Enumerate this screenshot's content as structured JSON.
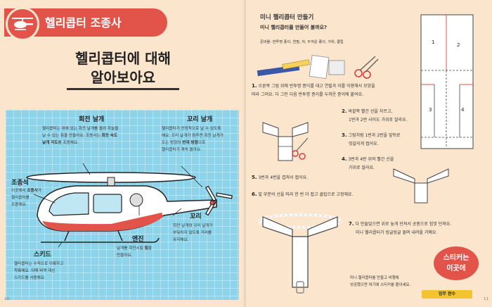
{
  "left": {
    "header": "헬리콥터 조종사",
    "title_line1": "헬리콥터에 대해",
    "title_line2": "알아보아요",
    "labels": {
      "main_rotor": "회전 날개",
      "main_rotor_desc1": "헬리콥터는 위에 있는 회전 날개를 돌려 하늘을",
      "main_rotor_desc2": "날 수 있는 힘을 만들어요. 조종사는",
      "main_rotor_desc2_bold": "회전 속도",
      "main_rotor_desc3_bold": "날개 각도",
      "main_rotor_desc3": "를 조종해요.",
      "tail_rotor": "꼬리 날개",
      "tail_desc1": "헬리콥터가 안정적으로 날 수 있도록",
      "tail_desc2": "해요. 꼬리 날개가 멈추면 회전 날개가",
      "tail_desc3": "도는 방향의",
      "tail_desc3_bold": "반대 방향",
      "tail_desc3b": "으로",
      "tail_desc4": "헬리콥터가 계속 돌아요.",
      "cockpit": "조종석",
      "cockpit_desc1": "이곳에서",
      "cockpit_desc1_bold": "조종사",
      "cockpit_desc1b": "가",
      "cockpit_desc2": "헬리콥터를",
      "cockpit_desc3": "조종해요.",
      "tail": "꼬리",
      "tail_body_desc1": "회전 날개와 꼬리 날개가",
      "tail_body_desc2": "부딪치지 않도록 거리를",
      "tail_body_desc3": "유지해요.",
      "engine": "엔진",
      "engine_desc1": "날개를 회전시킬",
      "engine_desc1_bold": "힘",
      "engine_desc1b": "을",
      "engine_desc2": "만들어요.",
      "skid": "스키드",
      "skid_desc1": "헬리콥터는 수직으로 이륙하고",
      "skid_desc2": "착륙해요. 이때 바퀴 대신",
      "skid_desc3": "스키드를 사용해요."
    },
    "page_number": "10"
  },
  "right": {
    "title": "미니 헬리콥터 만들기",
    "subtitle": "미니 헬리콥터를 만들어 볼까요?",
    "materials": "준비물: 반투명 종이, 연필, 자, 두꺼운 종이, 가위, 클립",
    "steps": [
      {
        "n": "1.",
        "line1": "오른쪽 그림 위에 반투명 종이를 대고 연필과 자를 이용해서 모양을",
        "line2": "따라 그려요. 다 그린 다음 반투명 종이를 두꺼운 종이에 붙여요."
      },
      {
        "n": "2.",
        "line1": "바깥쪽 빨간 선을 자르고,",
        "line2": "1번과 2번 사이도 가위로 잘라요."
      },
      {
        "n": "3.",
        "line1": "그림처럼 1번과 2번을 앞뒤로",
        "line2": "엇갈리게 접어요."
      },
      {
        "n": "4.",
        "line1": "3번과 4번 위의 빨간 선을",
        "line2": "가위로 잘라요."
      },
      {
        "n": "5.",
        "line1": "3번과 4번을 겹쳐서 접어요.",
        "line2": ""
      },
      {
        "n": "6.",
        "line1": "밑 부분의 선을 따라 한 번 더 접고 클립으로 고정해요.",
        "line2": ""
      },
      {
        "n": "7.",
        "line1": "다 만들었으면 위로 높게 던져서 공중으로 힘껏 던져요.",
        "line2": "미니 헬리콥터가 빙글빙글 돌며 내려올 거예요."
      }
    ],
    "template_nums": [
      "1",
      "2",
      "3",
      "4"
    ],
    "sticker_line1": "스티커는",
    "sticker_line2": "이곳에",
    "sticker_desc1": "미니 헬리콥터를 만들고 비행에",
    "sticker_desc2": "성공했으면 여기에 스티커를 붙이세요.",
    "mission": "임무 완수",
    "page_number": "11"
  }
}
